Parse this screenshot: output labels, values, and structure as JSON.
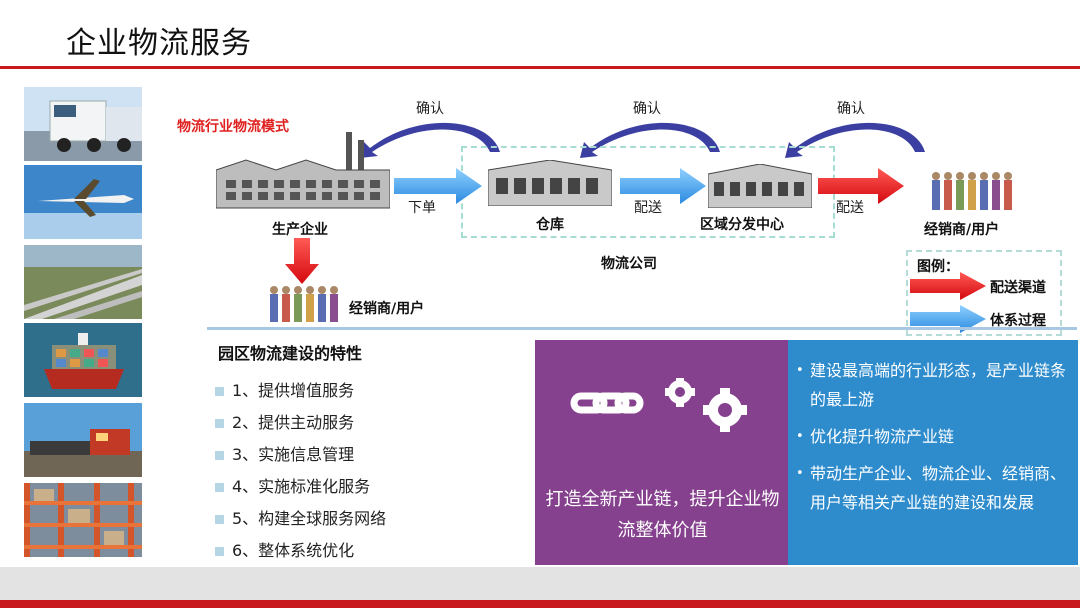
{
  "title": "企业物流服务",
  "diagram": {
    "mode_title": "物流行业物流模式",
    "confirm_labels": [
      "确认",
      "确认",
      "确认"
    ],
    "nodes": {
      "producer": "生产企业",
      "warehouse": "仓库",
      "regional_center": "区域分发中心",
      "dealer_right": "经销商/用户",
      "dealer_left": "经销商/用户"
    },
    "arrow_labels": {
      "order": "下单",
      "deliver1": "配送",
      "deliver2": "配送"
    },
    "group_label": "物流公司",
    "legend": {
      "title": "图例：",
      "items": [
        {
          "label": "配送渠道",
          "color": "#e3151b"
        },
        {
          "label": "体系过程",
          "color": "#3b9ce8"
        }
      ]
    }
  },
  "features": {
    "title": "园区物流建设的特性",
    "items": [
      "1、提供增值服务",
      "2、提供主动服务",
      "3、实施信息管理",
      "4、实施标准化服务",
      "5、构建全球服务网络",
      "6、整体系统优化"
    ]
  },
  "value_panel": {
    "text": "打造全新产业链，提升企业物流整体价值",
    "color": "#86418e"
  },
  "benefits_panel": {
    "items": [
      "建设最高端的行业形态，是产业链条的最上游",
      "优化提升物流产业链",
      "带动生产企业、物流企业、经销商、用户等相关产业链的建设和发展"
    ],
    "color": "#2e8ccd"
  },
  "photos": [
    {
      "icon": "truck-photo"
    },
    {
      "icon": "airplane-photo"
    },
    {
      "icon": "highway-photo"
    },
    {
      "icon": "cargo-ship-photo"
    },
    {
      "icon": "train-photo"
    },
    {
      "icon": "warehouse-shelves-photo"
    }
  ]
}
